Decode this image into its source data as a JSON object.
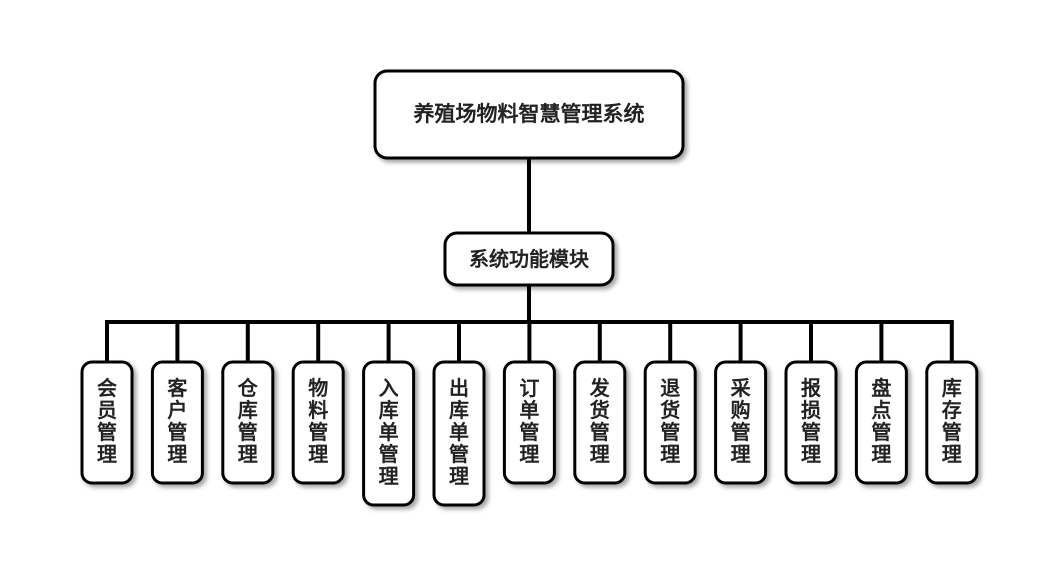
{
  "root": {
    "label": "养殖场物料智慧管理系统"
  },
  "hub": {
    "label": "系统功能模块"
  },
  "modules": [
    {
      "label": "会员管理"
    },
    {
      "label": "客户管理"
    },
    {
      "label": "仓库管理"
    },
    {
      "label": "物料管理"
    },
    {
      "label": "入库单管理"
    },
    {
      "label": "出库单管理"
    },
    {
      "label": "订单管理"
    },
    {
      "label": "发货管理"
    },
    {
      "label": "退货管理"
    },
    {
      "label": "采购管理"
    },
    {
      "label": "报损管理"
    },
    {
      "label": "盘点管理"
    },
    {
      "label": "库存管理"
    }
  ]
}
